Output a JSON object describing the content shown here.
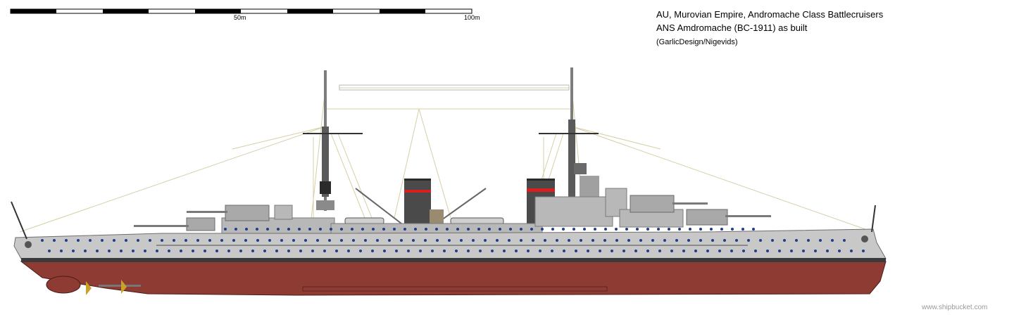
{
  "header": {
    "title_line1": "AU, Murovian Empire, Andromache Class Battlecruisers",
    "title_line2": "ANS Amdromache (BC-1911) as built",
    "credit": "(GarlicDesign/Nigevids)"
  },
  "scale_bar": {
    "label_mid": "50m",
    "label_end": "100m"
  },
  "watermark": "www.shipbucket.com",
  "colors": {
    "hull_paint": "#8e3b33",
    "upper_hull": "#c8c8c8",
    "boot_topping": "#3a3a3a",
    "portholes": "#1f3f8a",
    "funnel_band": "#d81e1e",
    "rigging": "#d6cfa6"
  }
}
